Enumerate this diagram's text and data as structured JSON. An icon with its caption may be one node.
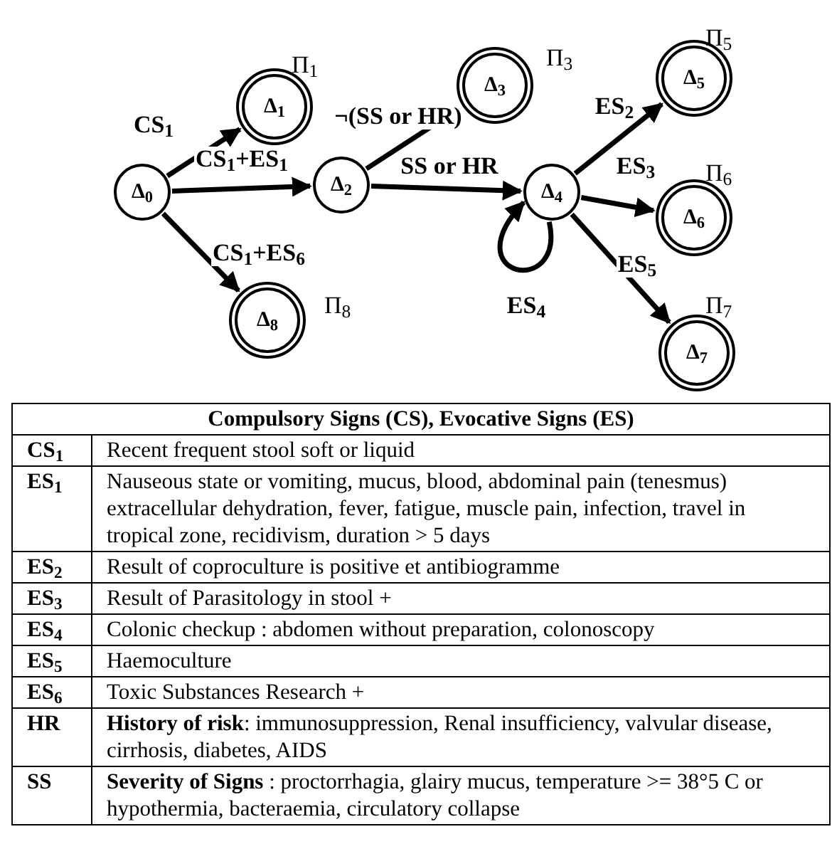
{
  "diagram": {
    "nodes": [
      {
        "text": [
          "Δ$_{0}$"
        ]
      },
      {
        "text": [
          "Δ$_{1}$"
        ],
        "beside": [
          "Π$_{1}$"
        ]
      },
      {
        "text": [
          "Δ$_{2}$"
        ]
      },
      {
        "text": [
          "Δ$_{3}$"
        ],
        "beside": [
          "Π$_{3}$"
        ]
      },
      {
        "text": [
          "Δ$_{4}$"
        ]
      },
      {
        "text": [
          "Δ$_{5}$"
        ],
        "beside": [
          "Π$_{5}$"
        ]
      },
      {
        "text": [
          "Δ$_{6}$"
        ],
        "beside": [
          "Π$_{6}$"
        ]
      },
      {
        "text": [
          "Δ$_{7}$"
        ],
        "beside": [
          "Π$_{7}$"
        ]
      },
      {
        "text": [
          "Δ$_{8}$"
        ],
        "beside": [
          "Π$_{8}$"
        ]
      }
    ],
    "edges": [
      {
        "from": 0,
        "to": 1,
        "arrow": "to",
        "label": "CS$_{1}$"
      },
      {
        "from": 0,
        "to": 2,
        "arrow": "to",
        "label": "CS$_{1}$+ES$_{1}$"
      },
      {
        "from": 0,
        "to": 8,
        "arrow": "to",
        "label": "CS$_{1}$+ES$_{6}$"
      },
      {
        "from": 2,
        "to": 3,
        "arrow": "to",
        "label": "¬(SS or HR)"
      },
      {
        "from": 2,
        "to": 4,
        "arrow": "to",
        "label": "SS or HR"
      },
      {
        "from": 4,
        "to": 5,
        "arrow": "to",
        "label": "ES$_{2}$"
      },
      {
        "from": 4,
        "to": 6,
        "arrow": "to",
        "label": "ES$_{3}$"
      },
      {
        "from": 4,
        "to": 7,
        "arrow": "to",
        "label": "ES$_{5}$"
      },
      {
        "from": 4,
        "to": 4,
        "arrow": "to",
        "label": "ES$_{4}$"
      }
    ],
    "labels": [
      "Compulsory Signs (CS), Evocative Signs (ES)",
      "CS$_{1}$",
      "Recent frequent stool soft or liquid",
      "ES$_{1}$",
      "Nauseous state or vomiting, mucus, blood, abdominal pain (tenesmus) extracellular dehydration, fever, fatigue, muscle pain, infection, travel in tropical zone, recidivism, duration > 5 days",
      "ES$_{2}$",
      "Result of coproculture is positive et antibiogramme",
      "ES$_{3}$",
      "Result of Parasitology in stool  +",
      "ES$_{4}$",
      "Colonic checkup : abdomen without preparation, colonoscopy",
      "ES$_{5}$",
      "Haemoculture",
      "ES$_{6}$",
      "Toxic Substances Research +",
      "HR",
      "**History of risk**:  immunosuppression, Renal insufficiency, valvular disease, cirrhosis, diabetes, AIDS",
      "SS",
      "**Severity of Signs** : proctorrhagia, glairy mucus, temperature >= 38°5 C or hypothermia, bacteraemia, circulatory collapse"
    ]
  }
}
